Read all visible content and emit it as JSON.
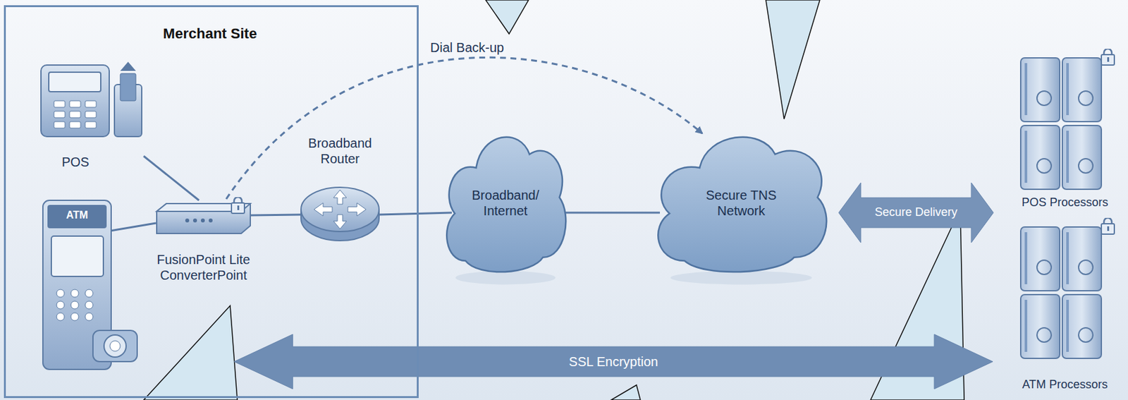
{
  "diagram": {
    "nodes": [
      {
        "text": [
          "Merchant Site"
        ]
      },
      {
        "text": [
          "POS"
        ],
        "in": 0
      },
      {
        "text": [
          "ATM"
        ],
        "in": 0
      },
      {
        "text": [
          "FusionPoint Lite ConverterPoint"
        ],
        "in": 0
      },
      {
        "text": [
          "Broadband Router"
        ],
        "in": 0
      },
      {
        "text": [
          "Broadband/ Internet"
        ]
      },
      {
        "text": [
          "Secure TNS Network"
        ]
      },
      {
        "text": [
          "POS Processors"
        ]
      },
      {
        "text": [
          "ATM Processors"
        ]
      }
    ],
    "edges": [
      {
        "from": 1,
        "to": 3,
        "arrow": "none"
      },
      {
        "from": 2,
        "to": 3,
        "arrow": "none"
      },
      {
        "from": 3,
        "to": 4,
        "arrow": "none"
      },
      {
        "from": 4,
        "to": 5,
        "arrow": "none"
      },
      {
        "from": 5,
        "to": 6,
        "arrow": "none"
      },
      {
        "from": 3,
        "to": 6,
        "label": "Dial Back-up",
        "arrow": "to"
      },
      {
        "from": 6,
        "to": 7,
        "label": "Secure Delivery",
        "arrow": "both"
      },
      {
        "from": 3,
        "to": 8,
        "label": "SSL Encryption",
        "arrow": "both"
      }
    ]
  }
}
